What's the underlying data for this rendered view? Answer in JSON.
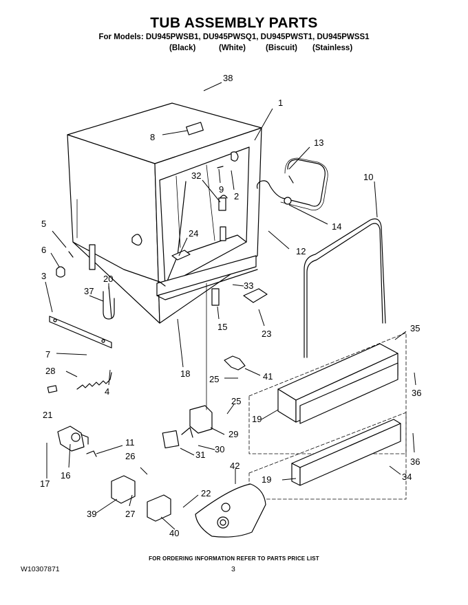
{
  "header": {
    "title": "TUB ASSEMBLY PARTS",
    "models": "For Models: DU945PWSB1, DU945PWSQ1, DU945PWST1, DU945PWSS1",
    "colors": [
      "(Black)",
      "(White)",
      "(Biscuit)",
      "(Stainless)"
    ]
  },
  "callouts": [
    "38",
    "1",
    "8",
    "13",
    "9",
    "32",
    "2",
    "10",
    "5",
    "24",
    "14",
    "12",
    "6",
    "3",
    "20",
    "33",
    "37",
    "35",
    "15",
    "23",
    "7",
    "36",
    "41",
    "18",
    "25",
    "28",
    "4",
    "25",
    "19",
    "21",
    "29",
    "30",
    "11",
    "31",
    "36",
    "42",
    "26",
    "16",
    "17",
    "19",
    "34",
    "22",
    "39",
    "27",
    "40"
  ],
  "footer": {
    "ordering_note": "FOR ORDERING INFORMATION REFER TO PARTS PRICE LIST",
    "doc_number": "W10307871",
    "page_number": "3"
  }
}
